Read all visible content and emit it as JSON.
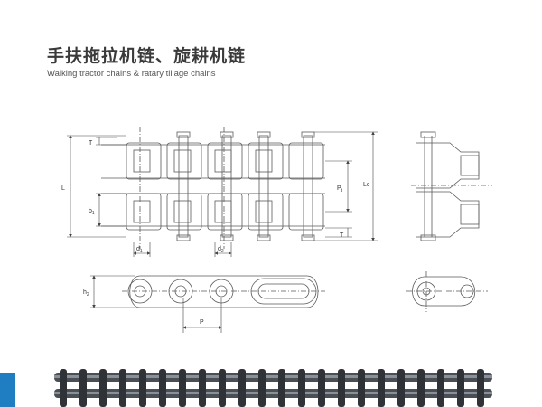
{
  "header": {
    "title_cn": "手扶拖拉机链、旋耕机链",
    "title_en": "Walking tractor chains & ratary tillage chains"
  },
  "dimensions": {
    "L": "L",
    "T_top": "T",
    "b1": "b",
    "b1_sub": "1",
    "d1": "d",
    "d1_sub": "1",
    "d2": "d",
    "d2_sub": "2",
    "h2": "h",
    "h2_sub": "2",
    "P": "P",
    "Pt": "P",
    "Pt_sub": "t",
    "Lc": "Lc",
    "T_bottom": "T"
  },
  "colors": {
    "accent": "#1f7ec2",
    "line": "#5a5a5a",
    "chain_dark": "#4a4f55",
    "chain_mid": "#8a9098"
  },
  "icons": {
    "photo": "roller-chain-photo"
  }
}
